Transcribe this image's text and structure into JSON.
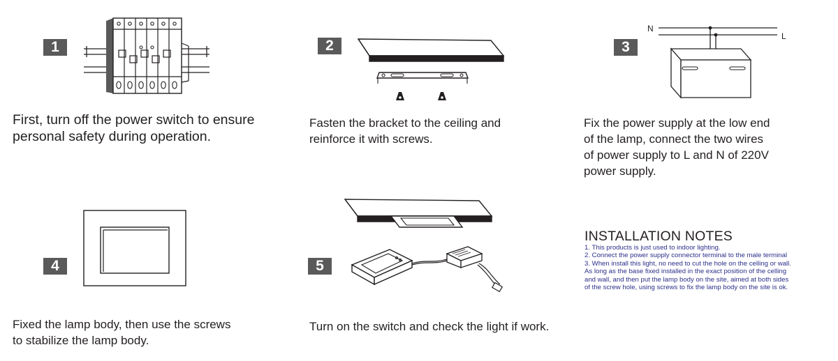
{
  "steps": [
    {
      "number": "1",
      "caption_lines": [
        "First, turn off the power switch to ensure",
        "personal safety during operation."
      ]
    },
    {
      "number": "2",
      "caption_lines": [
        "Fasten the bracket to the ceiling and",
        "reinforce it with screws."
      ]
    },
    {
      "number": "3",
      "caption_lines": [
        "Fix the power supply at the low end",
        "of the lamp, connect the  two wires",
        "of power supply to L and N of 220V",
        "power supply."
      ]
    },
    {
      "number": "4",
      "caption_lines": [
        "Fixed the lamp body, then use the screws",
        "to stabilize the lamp body."
      ]
    },
    {
      "number": "5",
      "caption_lines": [
        "Turn on the switch and check the light if work."
      ]
    }
  ],
  "wire_labels": {
    "neutral": "N",
    "live": "L"
  },
  "installation_notes": {
    "title": "INSTALLATION NOTES",
    "lines": [
      "1.  This products is just used to indoor lighting.",
      "2. Connect the power supply connector terminal to the male terminal",
      "3. When install this light, no need to cut the hole on the celling or wall.",
      "As long as the base fixed installed in the exact position of the celling",
      "and wall, and then put the lamp body on the site, aimed at both sides",
      "of the screw hole, using screws to fix the lamp body on the site is ok."
    ]
  },
  "colors": {
    "badge": "#5a5a5a",
    "notes_text": "#2b2f8a",
    "line_art": "#231f20"
  }
}
